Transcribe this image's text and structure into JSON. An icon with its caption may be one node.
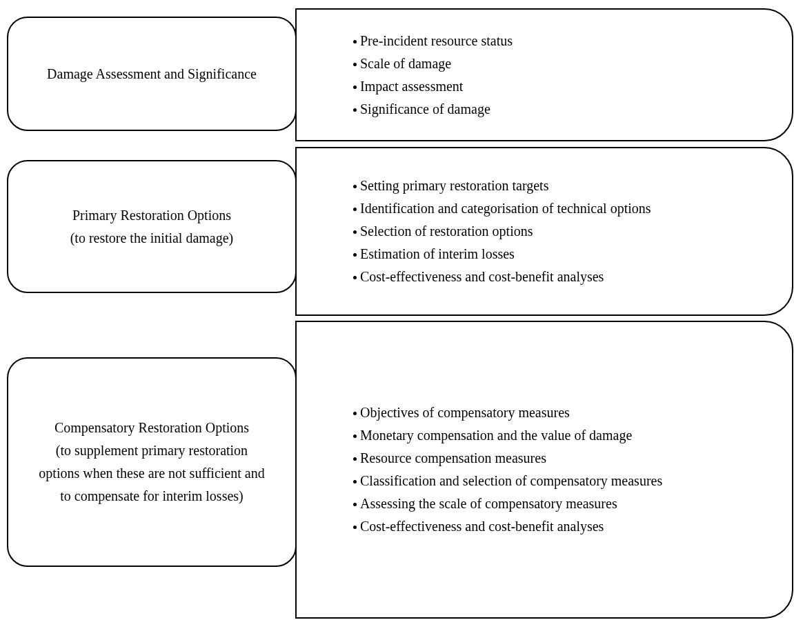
{
  "diagram": {
    "nodes": [
      {
        "text": [
          "Damage Assessment and Significance"
        ]
      },
      {
        "text": [
          "Pre-incident resource status",
          "Scale of damage",
          "Impact assessment",
          "Significance of damage"
        ]
      },
      {
        "text": [
          "Primary Restoration Options",
          "(to restore the initial damage)"
        ]
      },
      {
        "text": [
          "Setting primary restoration targets",
          "Identification and categorisation of technical options",
          "Selection of restoration options",
          "Estimation of interim losses",
          "Cost-effectiveness and cost-benefit analyses"
        ]
      },
      {
        "text": [
          "Compensatory Restoration Options",
          "(to supplement primary restoration options when these are not sufficient and to compensate for interim losses)"
        ]
      },
      {
        "text": [
          "Objectives of compensatory measures",
          "Monetary compensation and the value of damage",
          "Resource compensation measures",
          "Classification and selection of compensatory measures",
          "Assessing the scale of compensatory measures",
          "Cost-effectiveness and cost-benefit analyses"
        ]
      }
    ]
  }
}
